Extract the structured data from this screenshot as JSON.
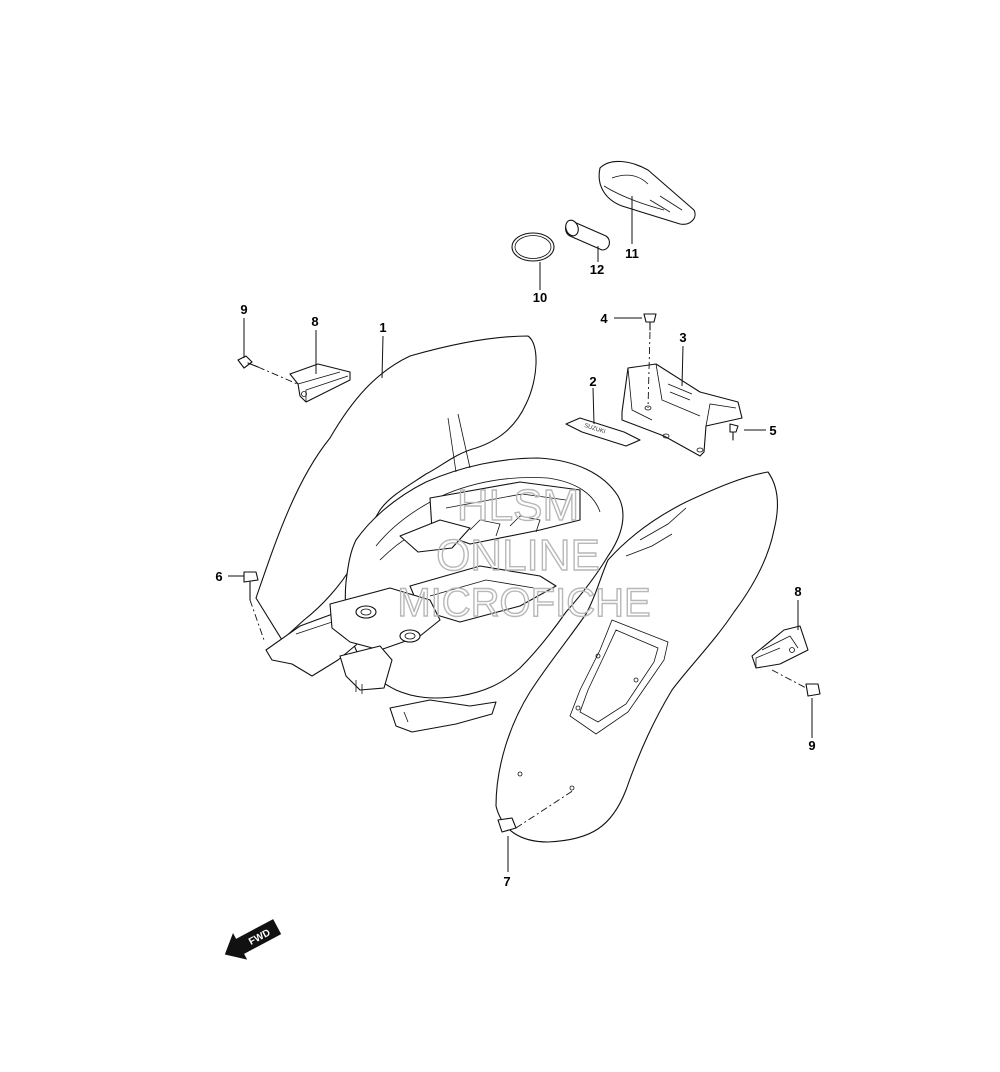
{
  "parts": [
    {
      "num": "1"
    },
    {
      "num": "2"
    },
    {
      "num": "3"
    },
    {
      "num": "4"
    },
    {
      "num": "5"
    },
    {
      "num": "6"
    },
    {
      "num": "7"
    },
    {
      "num": "8"
    },
    {
      "num": "8"
    },
    {
      "num": "9"
    },
    {
      "num": "9"
    },
    {
      "num": "10"
    },
    {
      "num": "11"
    },
    {
      "num": "12"
    }
  ],
  "watermark": {
    "line1": "HLSM",
    "line2": "ONLINE",
    "line3": "MICROFICHE"
  },
  "fwd_arrow": {
    "label": "FWD"
  },
  "decal": {
    "text": "SUZUKI"
  }
}
